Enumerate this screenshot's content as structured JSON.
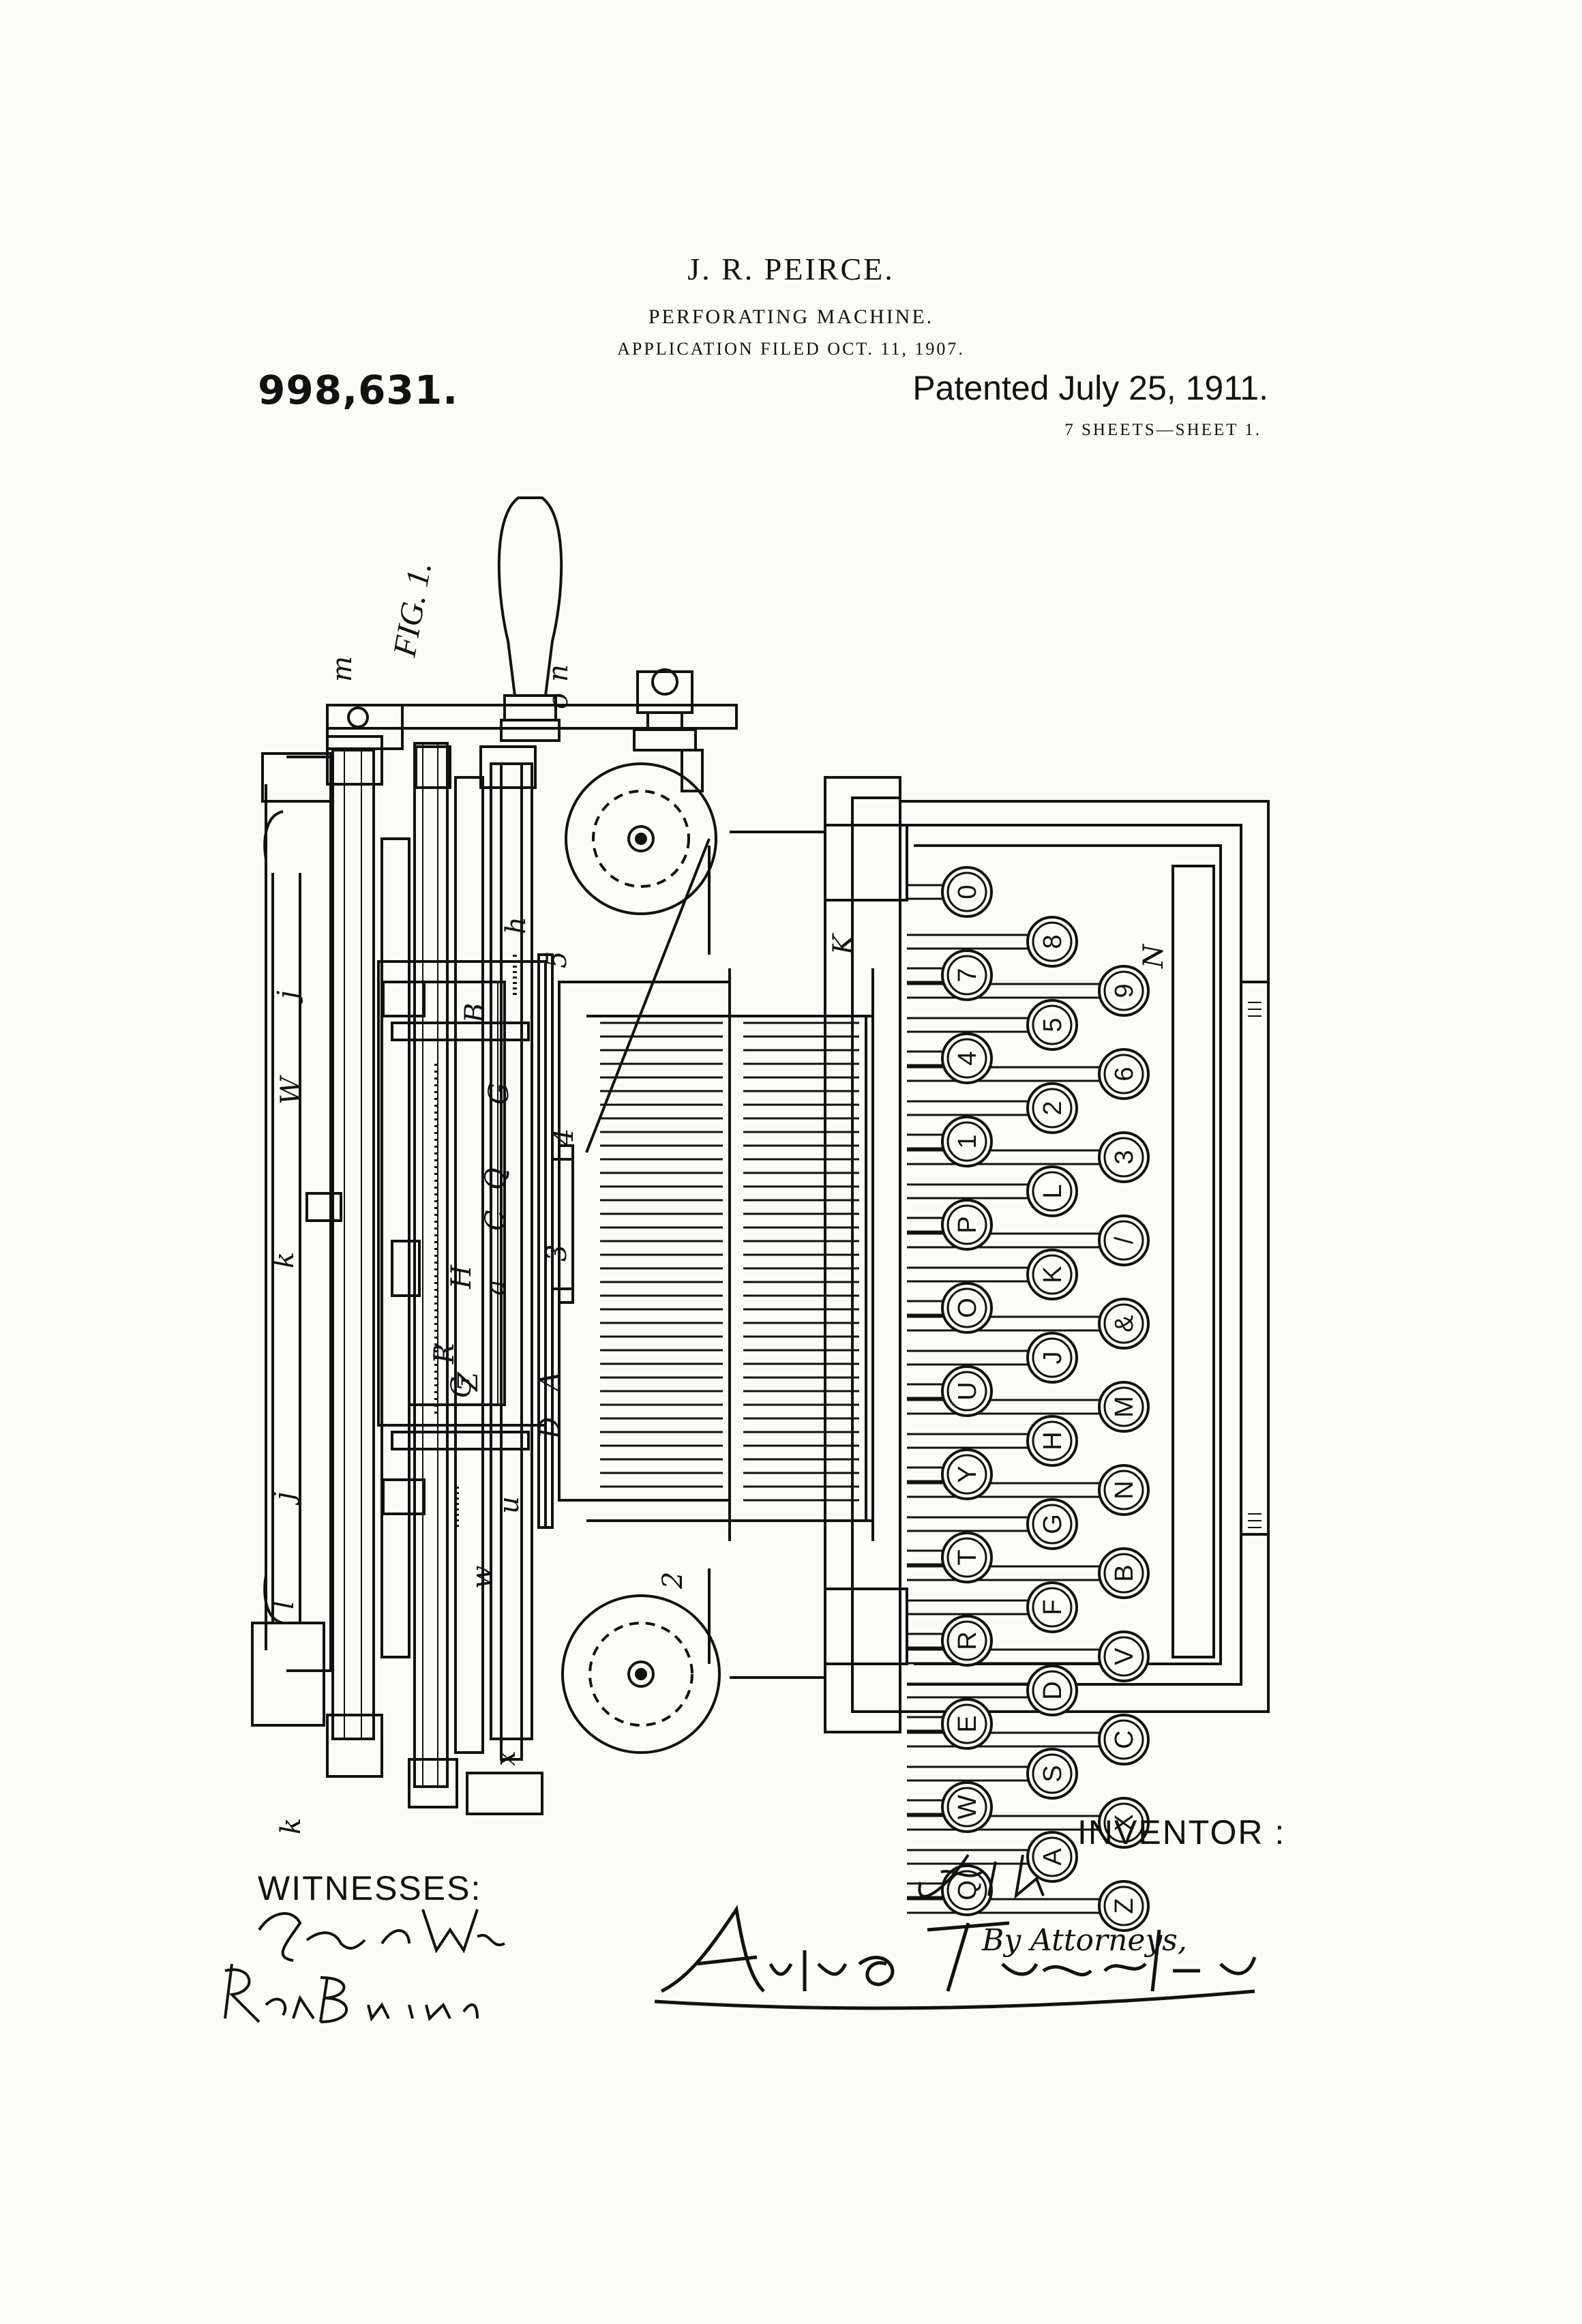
{
  "header": {
    "name": "J. R. PEIRCE.",
    "title": "PERFORATING MACHINE.",
    "filed": "APPLICATION FILED OCT. 11, 1907."
  },
  "patent": {
    "number": "998,631.",
    "date": "Patented July 25, 1911.",
    "sheets": "7 SHEETS—SHEET 1."
  },
  "figure": {
    "label": "FIG. 1.",
    "keyboard_rows": [
      [
        "0",
        "7",
        "4",
        "1",
        "P",
        "O",
        "U",
        "Y",
        "T",
        "R",
        "E",
        "W",
        "Q"
      ],
      [
        "8",
        "5",
        "2",
        "L",
        "K",
        "J",
        "H",
        "G",
        "F",
        "D",
        "S",
        "A"
      ],
      [
        "9",
        "6",
        "3",
        "/",
        "&",
        "M",
        "N",
        "B",
        "V",
        "C",
        "X",
        "Z"
      ]
    ],
    "reference_letters": [
      "m",
      "n",
      "o",
      "h",
      "5",
      "B",
      "G",
      "j",
      "W",
      "K",
      "N",
      "4",
      "3",
      "Q",
      "C",
      "a",
      "H",
      "k",
      "G",
      "R",
      "Z",
      "A",
      "D",
      "j",
      "u",
      "w",
      "2",
      "l",
      "x",
      "k"
    ]
  },
  "signatures": {
    "witnesses_label": "WITNESSES:",
    "witness_1": "Fred White",
    "witness_2": "Rene Bruine",
    "inventor_label": "INVENTOR :",
    "inventor_name": "John Royden Peirce,",
    "attorneys_label": "By Attorneys,",
    "attorneys_name": "Arthur C. Fraser & Usina"
  }
}
